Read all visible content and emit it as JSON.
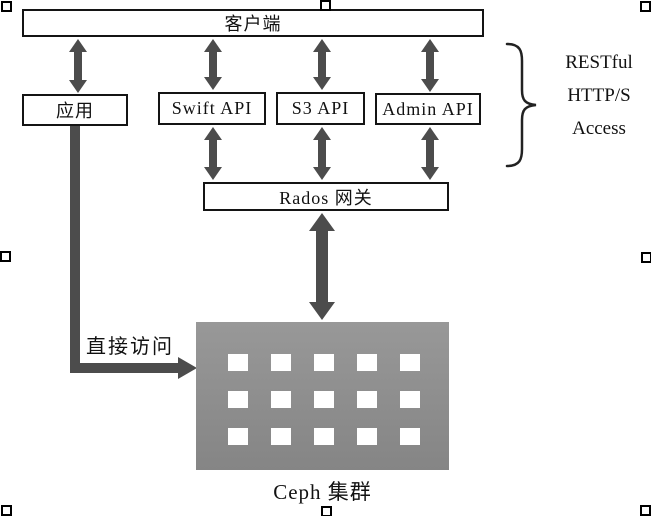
{
  "diagram": {
    "boxes": {
      "client": "客户端",
      "app": "应用",
      "swift": "Swift API",
      "s3": "S3 API",
      "admin": "Admin API",
      "rados": "Rados 网关"
    },
    "labels": {
      "direct_access": "直接访问",
      "cluster": "Ceph 集群",
      "restful": [
        "RESTful",
        "HTTP/S",
        "Access"
      ]
    },
    "cluster_grid": {
      "rows": 3,
      "cols": 5
    },
    "colors": {
      "arrow": "#4c4c4c",
      "box_border": "#141414",
      "cluster_fill": "#8e8e8e",
      "cluster_node": "#ffffff",
      "background": "#ffffff"
    }
  }
}
